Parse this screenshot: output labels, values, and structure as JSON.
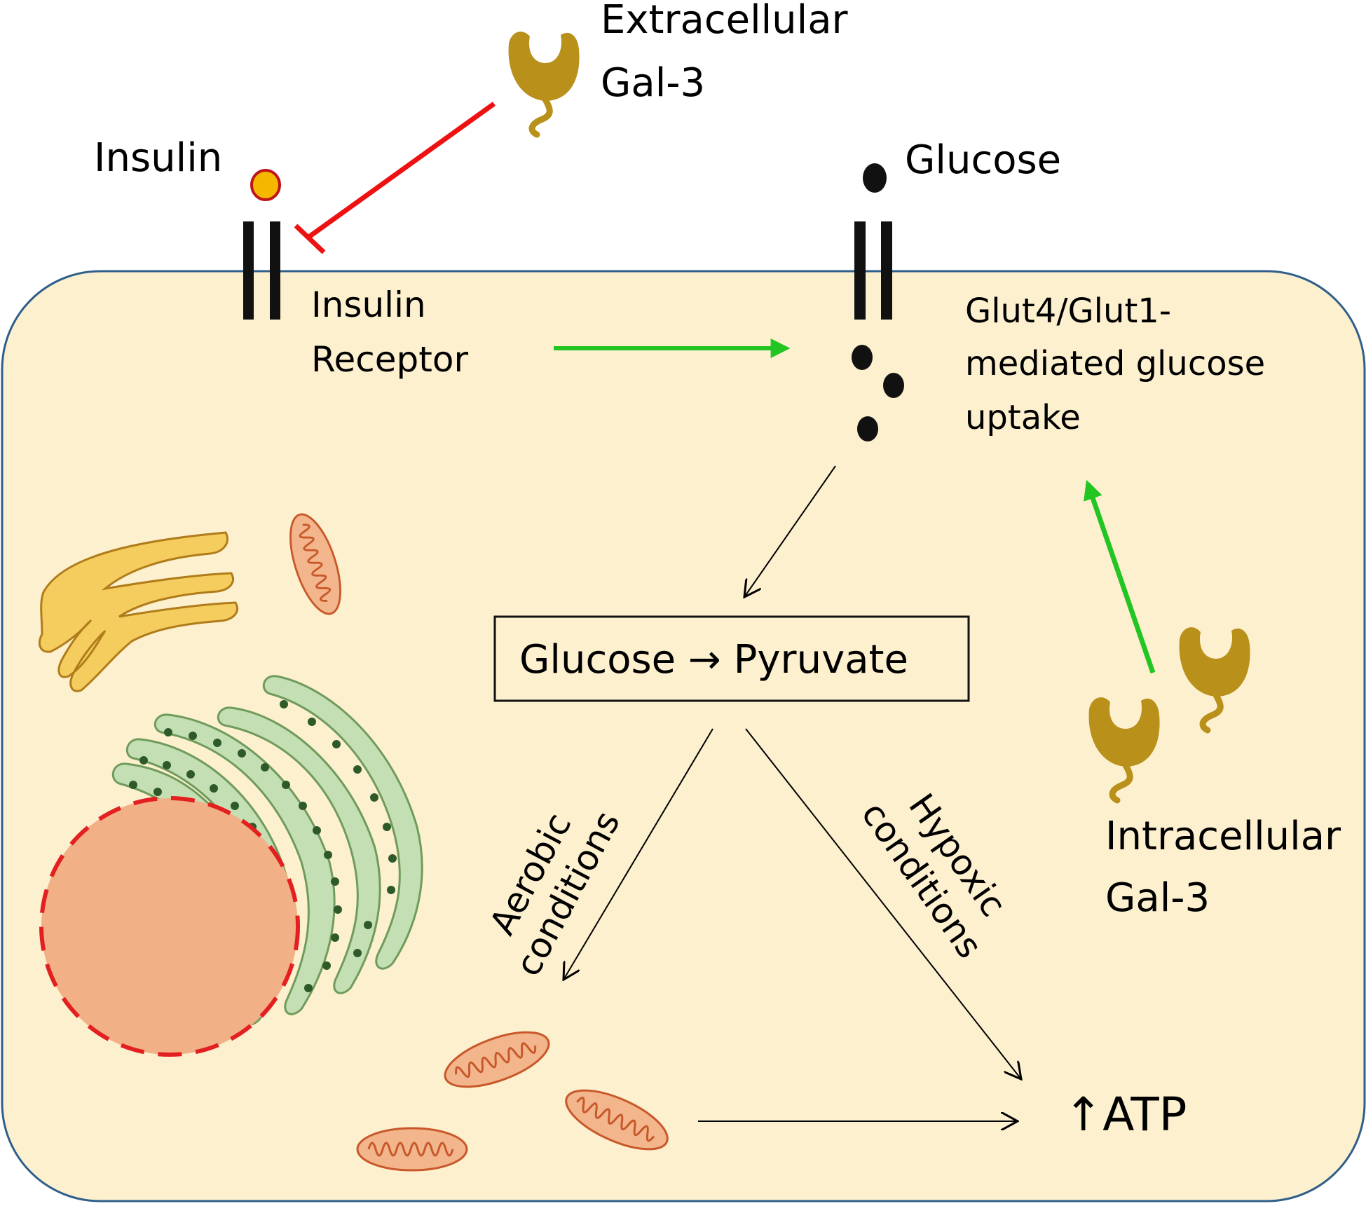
{
  "labels": {
    "extracellular_line1": "Extracellular",
    "extracellular_line2": "Gal-3",
    "insulin": "Insulin",
    "glucose": "Glucose",
    "insulin_receptor_line1": "Insulin",
    "insulin_receptor_line2": "Receptor",
    "uptake_line1": "Glut4/Glut1-",
    "uptake_line2": "mediated glucose",
    "uptake_line3": "uptake",
    "glycolysis": "Glucose → Pyruvate",
    "aerobic_line1": "Aerobic",
    "aerobic_line2": "conditions",
    "hypoxic_line1": "Hypoxic",
    "hypoxic_line2": "conditions",
    "intracellular_line1": "Intracellular",
    "intracellular_line2": "Gal-3",
    "atp": "↑ATP"
  },
  "colors": {
    "cytoplasm": "#fdf0cf",
    "membrane": "#2f5f8a",
    "galectin": "#b8901a",
    "inhibition": "#ee1111",
    "activation": "#22c522",
    "insulin_fill": "#f5b700",
    "insulin_stroke": "#c0141b",
    "nucleus": "#f2b087",
    "nucleus_border": "#e32020",
    "er": "#c5dfb4",
    "er_stroke": "#6f9b5c",
    "ribosome": "#2e5a2a",
    "golgi": "#f5cd5f",
    "mitochondria": "#f2b58c",
    "mito_stroke": "#c8582a"
  },
  "icons": {
    "galectin": "galectin-3-icon",
    "receptor": "membrane-receptor-icon",
    "mitochondrion": "mitochondrion-icon",
    "nucleus": "nucleus-icon",
    "golgi": "golgi-icon",
    "er": "rough-er-icon"
  }
}
